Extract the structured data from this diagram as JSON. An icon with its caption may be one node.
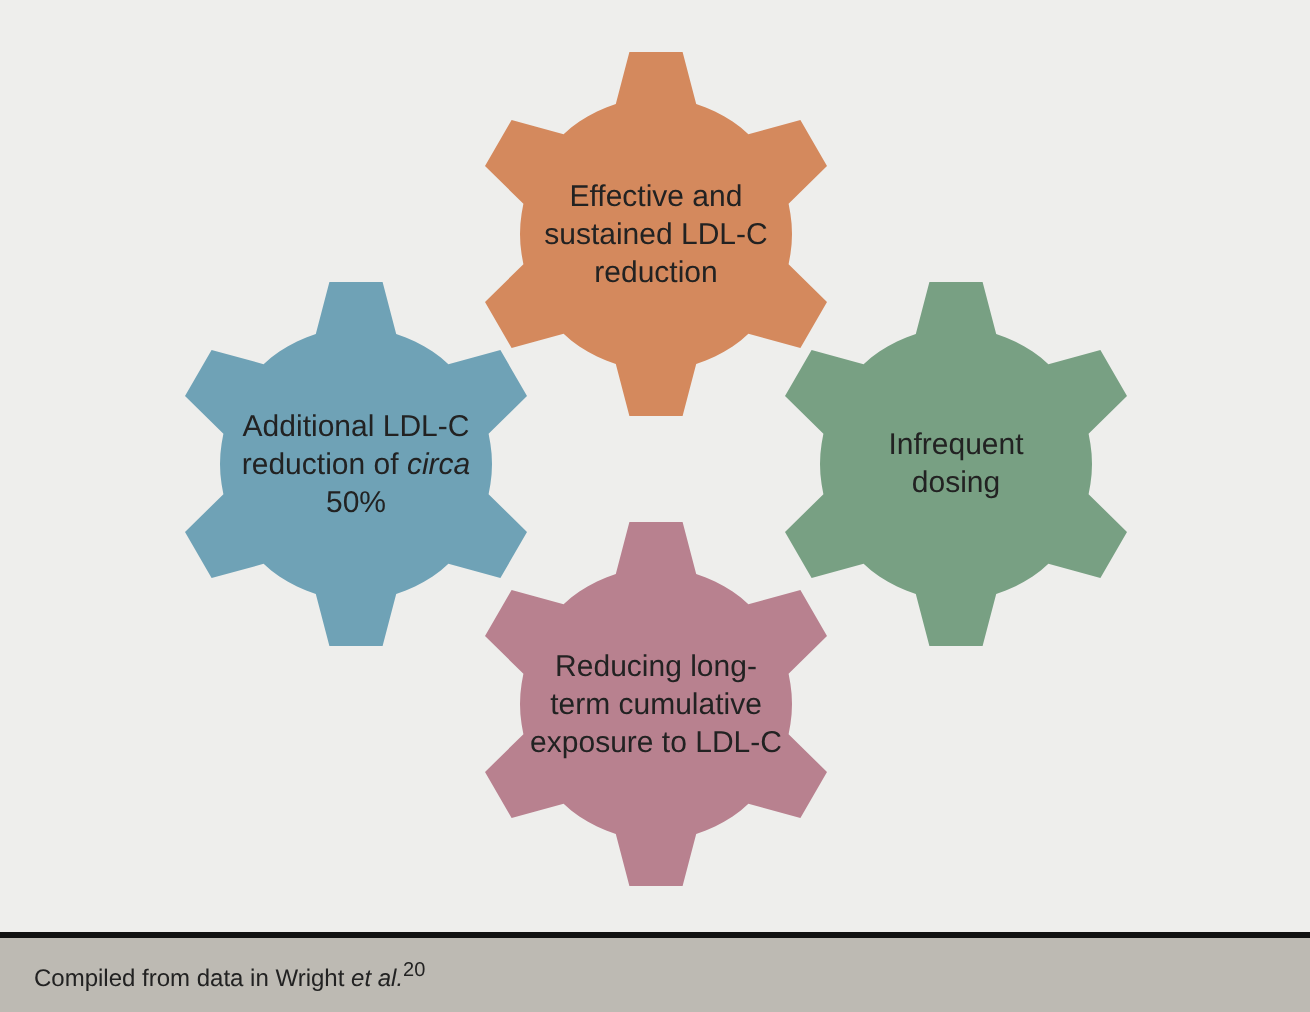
{
  "diagram": {
    "caption": "Compiled from data in Wright *et al.*$^{20}$",
    "nodes": [
      {
        "text": [
          "Effective and sustained LDL-C reduction"
        ]
      },
      {
        "text": [
          "Additional LDL-C reduction of *circa* 50%"
        ]
      },
      {
        "text": [
          "Infrequent dosing"
        ]
      },
      {
        "text": [
          "Reducing long-term cumulative exposure to LDL-C"
        ]
      }
    ]
  }
}
